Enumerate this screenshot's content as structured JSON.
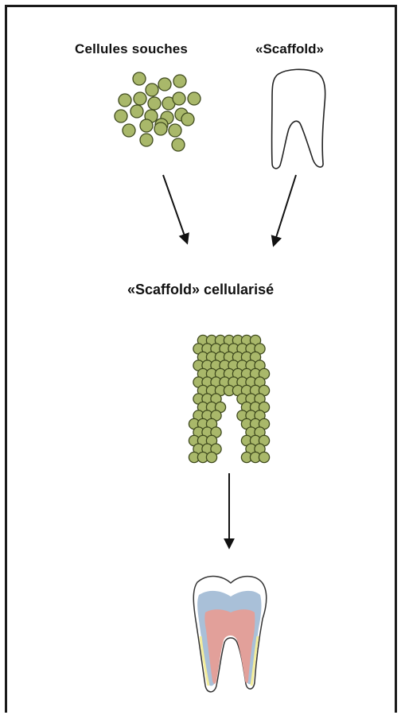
{
  "labels": {
    "stem_cells": "Cellules souches",
    "scaffold": "«Scaffold»",
    "cellularized_scaffold": "«Scaffold» cellularisé"
  },
  "colors": {
    "cell_fill": "#a9b86a",
    "cell_stroke": "#3f4a1e",
    "dentin_blue": "#a9c0d8",
    "pulp_pink": "#e2a09a",
    "root_yellow": "#f4ee9c",
    "outline": "#333333"
  }
}
